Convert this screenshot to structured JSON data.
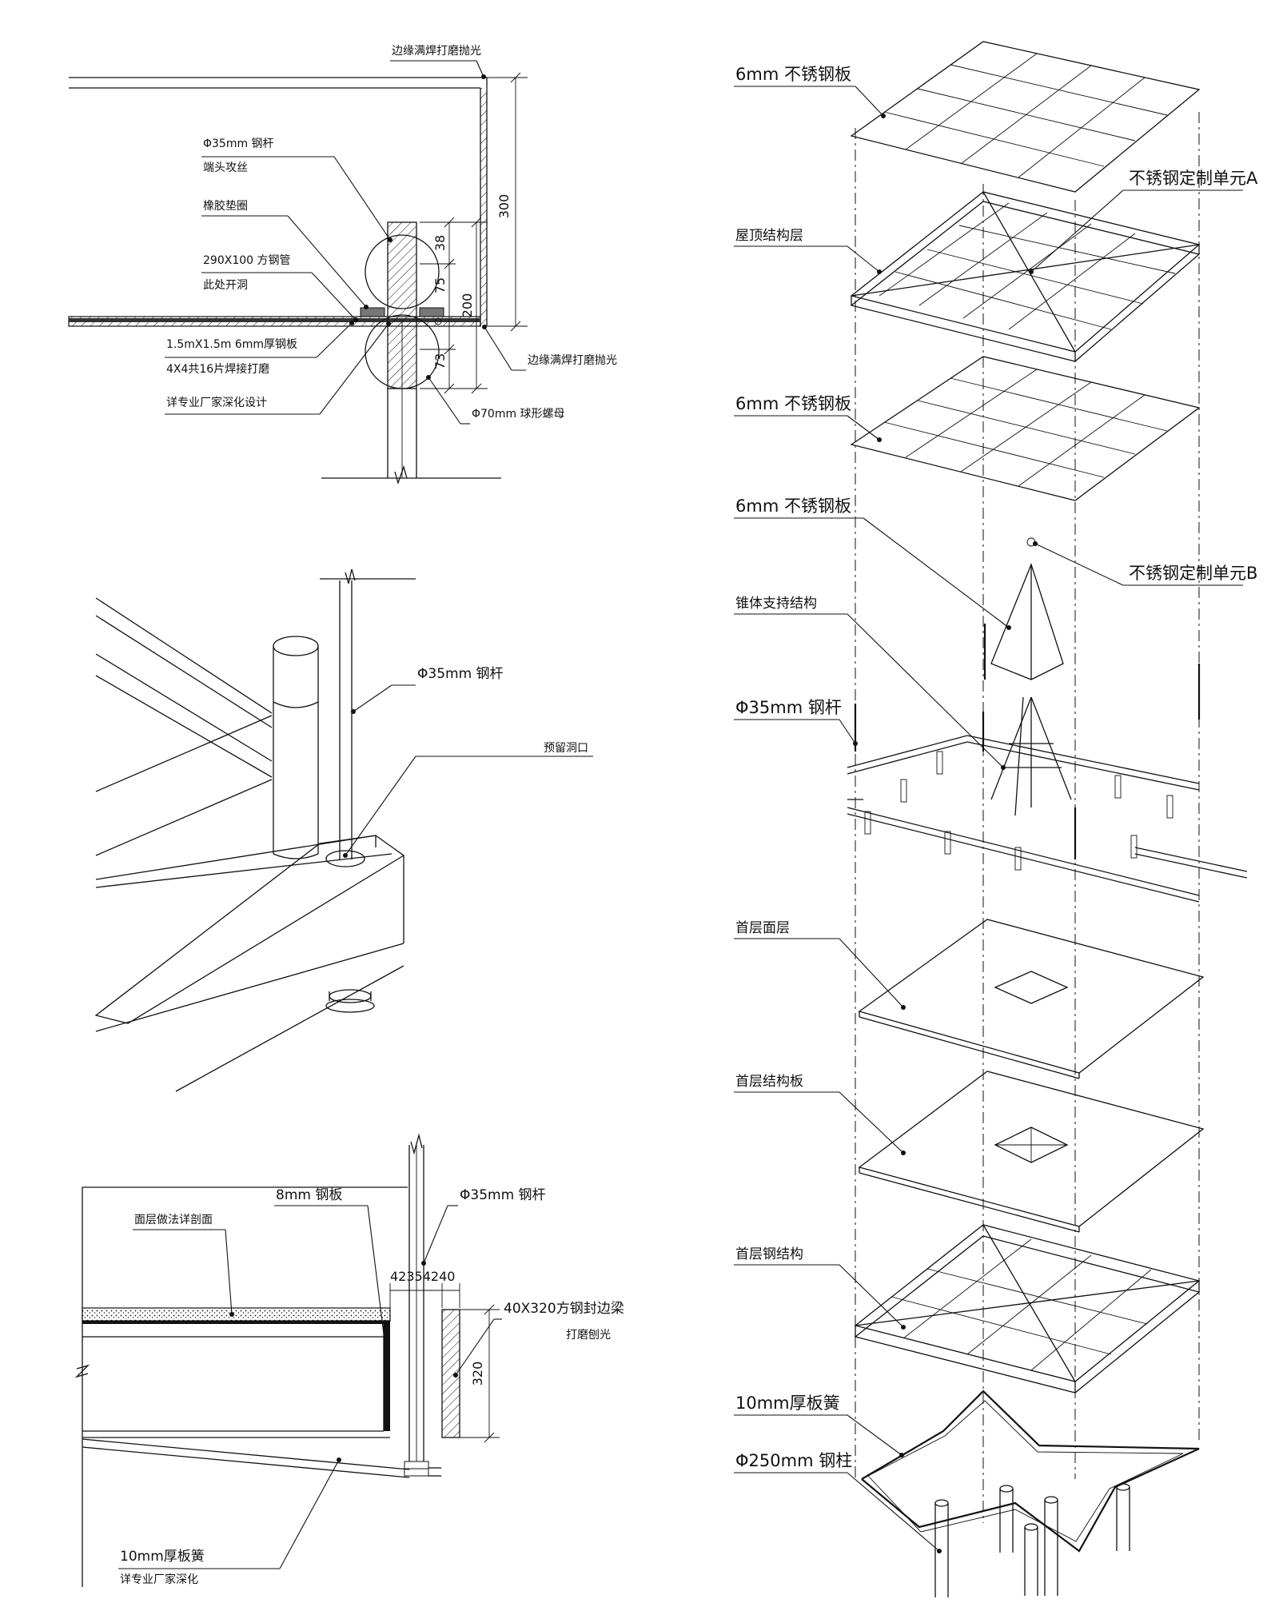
{
  "section_a": {
    "edge_weld_top": "边缘满焊打磨抛光",
    "rod_label": "Φ35mm 钢杆",
    "rod_sub": "端头攻丝",
    "rubber_washer": "橡胶垫圈",
    "tube_label": "290X100  方钢管",
    "tube_sub": "此处开洞",
    "plate_label": "1.5mX1.5m  6mm厚钢板",
    "plate_sub": "4X4共16片焊接打磨",
    "vendor": "详专业厂家深化设计",
    "edge_weld_bottom": "边缘满焊打磨抛光",
    "nut_label": "Φ70mm 球形螺母",
    "dim_300": "300",
    "dim_38": "38",
    "dim_75": "75",
    "dim_200": "200",
    "dim_73": "73"
  },
  "section_b": {
    "rod_label": "Φ35mm 钢杆",
    "opening_label": "预留洞口"
  },
  "section_c": {
    "finish_label": "面层做法详剖面",
    "plate_label": "8mm 钢板",
    "rod_label": "Φ35mm 钢杆",
    "dims": "42354240",
    "beam_label": "40X320方钢封边梁",
    "beam_sub": "打磨刨光",
    "dim_320": "320",
    "spring_label": "10mm厚板簧",
    "spring_sub": "详专业厂家深化"
  },
  "exploded": {
    "plate_top": "6mm 不锈钢板",
    "unit_a": "不锈钢定制单元A",
    "roof_structure": "屋顶结构层",
    "plate_mid": "6mm 不锈钢板",
    "plate_cone": "6mm 不锈钢板",
    "unit_b": "不锈钢定制单元B",
    "cone_support": "锥体支持结构",
    "rod": "Φ35mm 钢杆",
    "ground_finish": "首层面层",
    "ground_slab": "首层结构板",
    "ground_steel": "首层钢结构",
    "spring": "10mm厚板簧",
    "column": "Φ250mm 钢柱"
  }
}
